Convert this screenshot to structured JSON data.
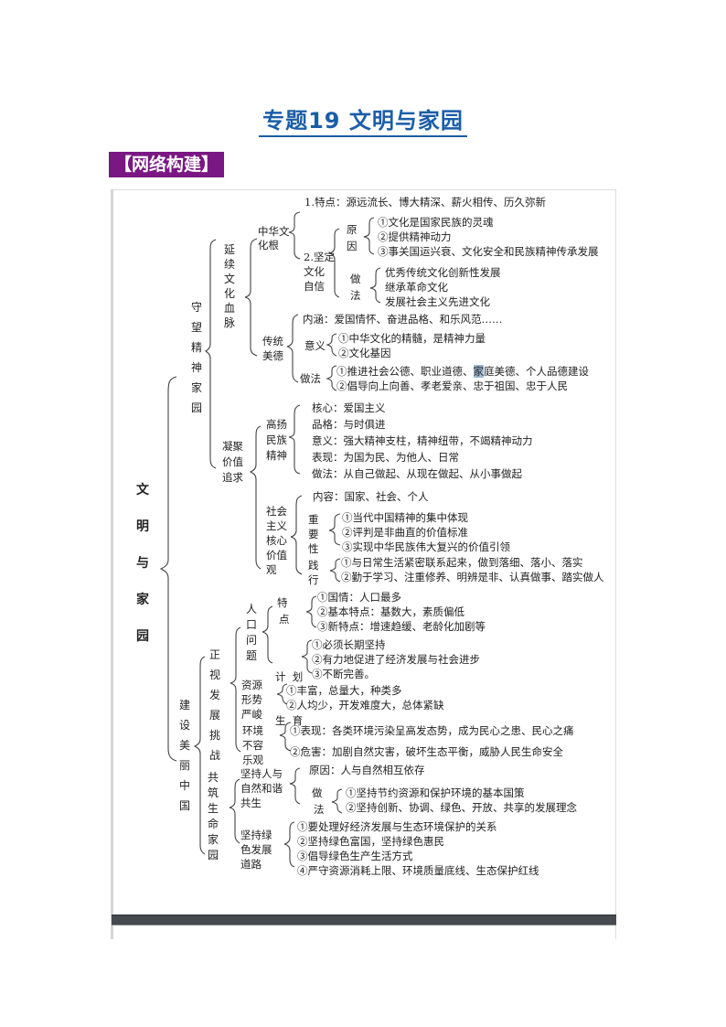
{
  "header": {
    "title": "专题19  文明与家园",
    "section_tag": "【网络构建】"
  },
  "mindmap": {
    "root": "文明与家园",
    "branches": [
      {
        "label": "守望精神家园",
        "children": [
          {
            "label": "延续文化血脉",
            "children": [
              {
                "label": "中华文化根",
                "points": {
                  "feature": "1.特点：源远流长、博大精深、薪火相传、历久弥新",
                  "confidence_label": "2.坚定文化自信",
                  "reason_label": "原因",
                  "reasons": [
                    "①文化是国家民族的灵魂",
                    "②提供精神动力",
                    "③事关国运兴衰、文化安全和民族精神传承发展"
                  ],
                  "method_label": "做法",
                  "methods": [
                    "优秀传统文化创新性发展",
                    "继承革命文化",
                    "发展社会主义先进文化"
                  ]
                }
              },
              {
                "label": "传统美德",
                "connotation": "内涵：爱国情怀、奋进品格、和乐风范……",
                "meaning_label": "意义",
                "meanings": [
                  "①中华文化的精髓，是精神力量",
                  "②文化基因"
                ],
                "method_label": "做法",
                "methods_a_prefix": "①推进社会公德、职业道德、",
                "methods_a_highlight": "家",
                "methods_a_suffix": "庭美德、个人品德建设",
                "methods_b": "②倡导向上向善、孝老爱亲、忠于祖国、忠于人民"
              }
            ]
          },
          {
            "label": "凝聚价值追求",
            "children": [
              {
                "label": "高扬民族精神",
                "items": [
                  "核心：爱国主义",
                  "品格：与时俱进",
                  "意义：强大精神支柱，精神纽带，不竭精神动力",
                  "表现：为国为民、为他人、日常",
                  "做法：从自己做起、从现在做起、从小事做起"
                ]
              },
              {
                "label": "社会主义核心价值观",
                "content": "内容：国家、社会、个人",
                "importance_label": "重要性",
                "importance": [
                  "①当代中国精神的集中体现",
                  "②评判是非曲直的价值标准",
                  "③实现中华民族伟大复兴的价值引领"
                ],
                "practice_label": "践行",
                "practice": [
                  "①与日常生活紧密联系起来，做到落细、落小、落实",
                  "②勤于学习、注重修养、明辨是非、认真做事、踏实做人"
                ]
              }
            ]
          }
        ]
      },
      {
        "label": "建设美丽中国",
        "children": [
          {
            "label": "正视发展挑战",
            "children": [
              {
                "label": "人口问题",
                "feature_label": "特点",
                "features": [
                  "①国情：人口最多",
                  "②基本特点：基数大，素质偏低",
                  "③新特点：增速趋缓、老龄化加剧等"
                ],
                "plan_label_a": "计  划",
                "plan_label_b": "生  育",
                "plan": [
                  "①必须长期坚持",
                  "②有力地促进了经济发展与社会进步",
                  "③不断完善。"
                ]
              },
              {
                "label": "资源形势严峻",
                "items": [
                  "①丰富，总量大，种类多",
                  "②人均少，开发难度大，总体紧缺"
                ]
              },
              {
                "label": "环境不容乐观",
                "items": [
                  "①表现：各类环境污染呈高发态势，成为民心之患、民心之痛",
                  "②危害：加剧自然灾害，破坏生态平衡，威胁人民生命安全"
                ]
              }
            ]
          },
          {
            "label": "共筑生命家园",
            "children": [
              {
                "label": "坚持人与自然和谐共生",
                "reason": "原因：人与自然相互依存",
                "method_label": "做法",
                "methods": [
                  "①坚持节约资源和保护环境的基本国策",
                  "②坚持创新、协调、绿色、开放、共享的发展理念"
                ]
              },
              {
                "label": "坚持绿色发展道路",
                "items": [
                  "①要处理好经济发展与生态环境保护的关系",
                  "②坚持绿色富国，坚持绿色惠民",
                  "③倡导绿色生产生活方式",
                  "④严守资源消耗上限、环境质量底线、生态保护红线"
                ]
              }
            ]
          }
        ]
      }
    ]
  },
  "labels": {
    "root_chars": [
      "文",
      "明",
      "与",
      "家",
      "园"
    ],
    "shouwang": "守望精神家园",
    "yanxu": "延续文化血脉",
    "zhonghua_a": "中华文",
    "zhonghua_b": "化根",
    "jianding_a": "2.坚定",
    "jianding_b": "文化",
    "jianding_c": "自信",
    "yuanyin_a": "原",
    "yuanyin_b": "因",
    "zuofa_a": "做",
    "zuofa_b": "法",
    "chuantong_a": "传统",
    "chuantong_b": "美德",
    "yiyi": "意义",
    "zuofa2": "做法",
    "ningju_a": "凝聚",
    "ningju_b": "价值",
    "ningju_c": "追求",
    "gaoyang_a": "高扬",
    "gaoyang_b": "民族",
    "gaoyang_c": "精神",
    "shehui_a": "社会",
    "shehui_b": "主义",
    "shehui_c": "核心",
    "shehui_d": "价值",
    "shehui_e": "观",
    "zhongyao_a": "重",
    "zhongyao_b": "要",
    "zhongyao_c": "性",
    "jianxing_a": "践",
    "jianxing_b": "行",
    "jianshe": "建设美丽中国",
    "zhengshi": "正视发展挑战",
    "renkou": "人口问题",
    "tedian_a": "特",
    "tedian_b": "点",
    "ziyuan_a": "资源",
    "ziyuan_b": "形势",
    "ziyuan_c": "严峻",
    "huanjing_a": "环境",
    "huanjing_b": "不容",
    "huanjing_c": "乐观",
    "gongzhu": "共筑生命家园",
    "hexie_a": "坚持人与",
    "hexie_b": "自然和谐",
    "hexie_c": "共生",
    "lvse_a": "坚持绿",
    "lvse_b": "色发展",
    "lvse_c": "道路"
  }
}
